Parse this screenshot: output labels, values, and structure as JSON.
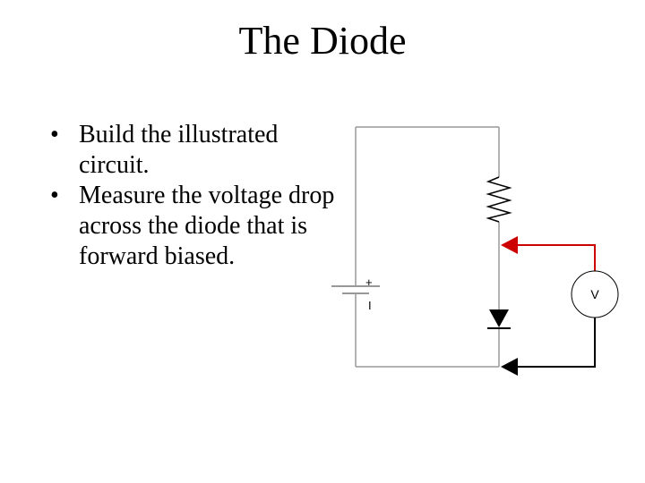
{
  "slide": {
    "title": "The Diode",
    "bullets": [
      {
        "marker": "•",
        "text": "Build the illustrated circuit."
      },
      {
        "marker": "•",
        "text": "Measure the voltage drop across the diode that is forward biased."
      }
    ]
  },
  "circuit": {
    "battery_plus_label": "+",
    "battery_minus_label": "I",
    "meter_label": "V",
    "colors": {
      "wire": "#999999",
      "probe_positive": "#cc0000",
      "probe_negative": "#000000",
      "component": "#000000"
    },
    "icons": [
      "resistor-icon",
      "diode-icon",
      "battery-icon",
      "voltmeter-icon",
      "probe-arrow-icon"
    ]
  }
}
